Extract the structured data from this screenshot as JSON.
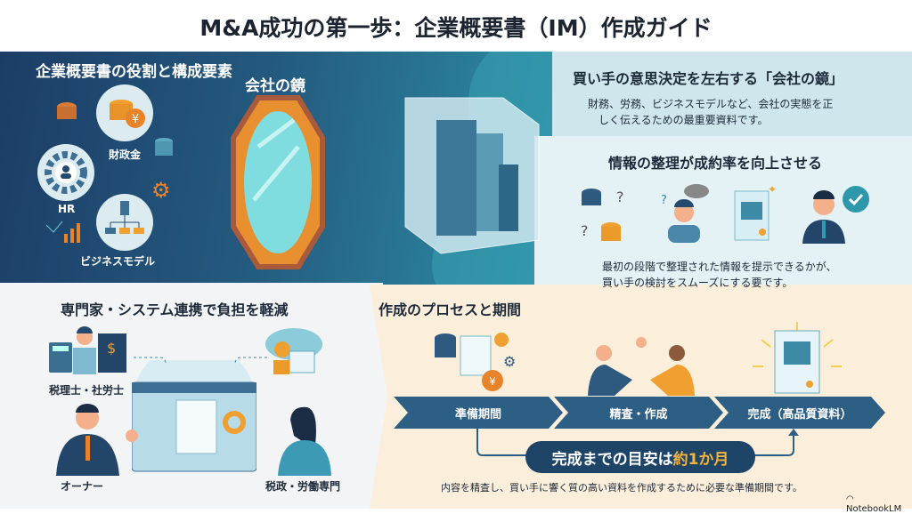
{
  "title": "M&A成功の第一歩：企業概要書（IM）作成ガイド",
  "top_left": {
    "heading": "企業概要書の役割と構成要素",
    "mirror_label": "会社の鏡",
    "items": [
      "財政金",
      "HR",
      "ビジネスモデル"
    ]
  },
  "top_right": {
    "heading1": "買い手の意思決定を左右する「会社の鏡」",
    "body1_line1": "財務、労務、ビジネスモデルなど、会社の実態を正",
    "body1_line2": "しく伝えるための最重要資料です。",
    "heading2": "情報の整理が成約率を向上させる",
    "body2_line1": "最初の段階で整理された情報を提示できるかが、",
    "body2_line2": "買い手の検討をスムーズにする要です。"
  },
  "bottom_left": {
    "heading": "専門家・システム連携で負担を軽減",
    "labels": [
      "税理士・社労士",
      "オーナー",
      "税政・労働専門"
    ]
  },
  "bottom_right": {
    "heading": "作成のプロセスと期間",
    "steps": [
      "準備期間",
      "精査・作成",
      "完成（高品質資料）"
    ],
    "pill_text": "完成までの目安は",
    "pill_highlight": "約1か月",
    "caption": "内容を精査し、買い手に響く質の高い資料を作成するために必要な準備期間です。"
  },
  "watermark": "NotebookLM",
  "colors": {
    "navy": "#1c3d66",
    "teal": "#2d93a8",
    "orange": "#f0a030",
    "cream": "#fbeedb",
    "step": "#2d5f85"
  }
}
